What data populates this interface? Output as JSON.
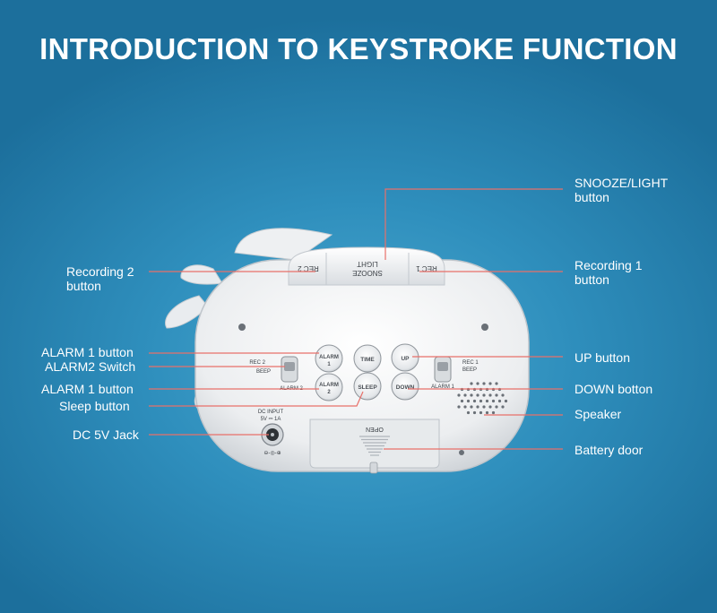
{
  "title": "INTRODUCTION TO KEYSTROKE FUNCTION",
  "labels": {
    "snooze_light": "SNOOZE/LIGHT\nbutton",
    "recording2": "Recording 2\nbutton",
    "recording1": "Recording 1\nbutton",
    "alarm1_button_a": "ALARM 1 button",
    "alarm2_switch": "ALARM2 Switch",
    "alarm1_button_b": "ALARM 1 button",
    "sleep_button": "Sleep button",
    "dc_jack": "DC 5V Jack",
    "up_button": "UP button",
    "down_button": "DOWN botton",
    "speaker": "Speaker",
    "battery_door": "Battery door"
  },
  "device": {
    "top_rec2": "REC 2",
    "top_snooze": "SNOOZE",
    "top_light": "LIGHT",
    "top_rec1": "REC 1",
    "btn_alarm1_l1": "ALARM",
    "btn_alarm1_l2": "1",
    "btn_time": "TIME",
    "btn_up": "UP",
    "btn_alarm2_l1": "ALARM",
    "btn_alarm2_l2": "2",
    "btn_sleep": "SLEEP",
    "btn_down": "DOWN",
    "switch_left_rec": "REC 2",
    "switch_left_beep": "BEEP",
    "switch_left_alarm": "ALARM 2",
    "switch_right_rec": "REC 1",
    "switch_right_beep": "BEEP",
    "switch_right_alarm": "ALARM 1",
    "dc_input_l1": "DC INPUT",
    "dc_input_l2": "5V ⎓ 1A",
    "battery_open": "OPEN"
  },
  "colors": {
    "line": "#e8706a",
    "device_body": "#f2f3f4"
  }
}
